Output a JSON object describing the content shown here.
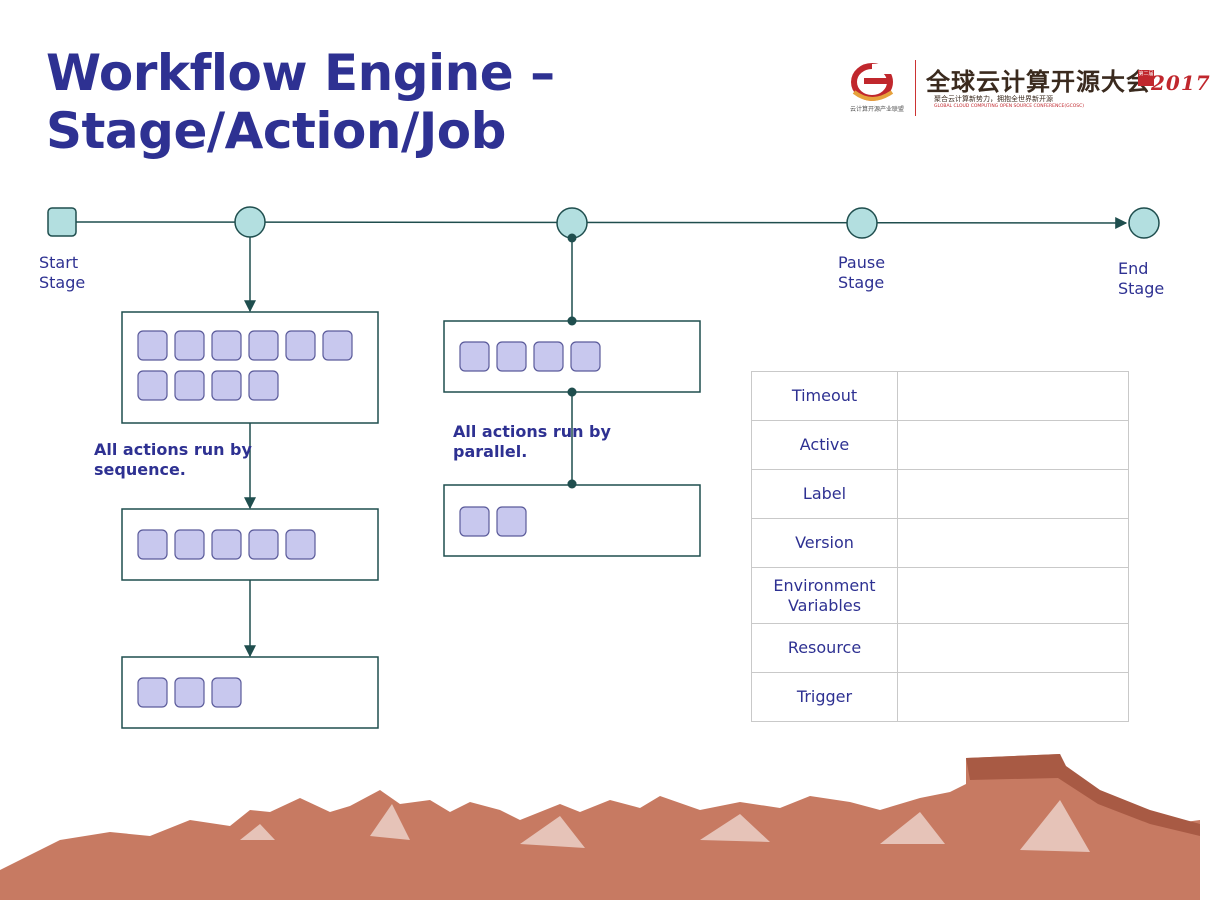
{
  "title": {
    "line1": "Workflow Engine –",
    "line2": "Stage/Action/Job"
  },
  "logo": {
    "icon": "conference-logo-icon",
    "org": "云计算开源产业联盟",
    "event": "全球云计算开源大会",
    "year": "2017",
    "seal": "第二届",
    "tagline": "聚合云计算新势力，拥抱全世界新开源",
    "tagline_en": "GLOBAL CLOUD COMPUTING OPEN SOURCE CONFERENCE(GCOSC)"
  },
  "stages": {
    "start": {
      "line1": "Start",
      "line2": "Stage"
    },
    "pause": {
      "line1": "Pause",
      "line2": "Stage"
    },
    "end": {
      "line1": "End",
      "line2": "Stage"
    }
  },
  "notes": {
    "sequence": {
      "line1": "All actions run by",
      "line2": "sequence."
    },
    "parallel": {
      "line1": "All actions run by",
      "line2": "parallel."
    }
  },
  "jobs": {
    "sequence": [
      10,
      5,
      3
    ],
    "parallel": [
      4,
      2
    ]
  },
  "properties": [
    {
      "label": "Timeout",
      "value": ""
    },
    {
      "label": "Active",
      "value": ""
    },
    {
      "label": "Label",
      "value": ""
    },
    {
      "label": "Version",
      "value": ""
    },
    {
      "label": [
        "Environment",
        "Variables"
      ],
      "value": ""
    },
    {
      "label": "Resource",
      "value": ""
    },
    {
      "label": "Trigger",
      "value": ""
    }
  ],
  "colors": {
    "title": "#2e3192",
    "line": "#1f4e4e",
    "stage_fill": "#b3dfe0",
    "action_fill": "#c8c8ee",
    "action_stroke": "#5a5a9a",
    "mountain": "#c77a62"
  }
}
